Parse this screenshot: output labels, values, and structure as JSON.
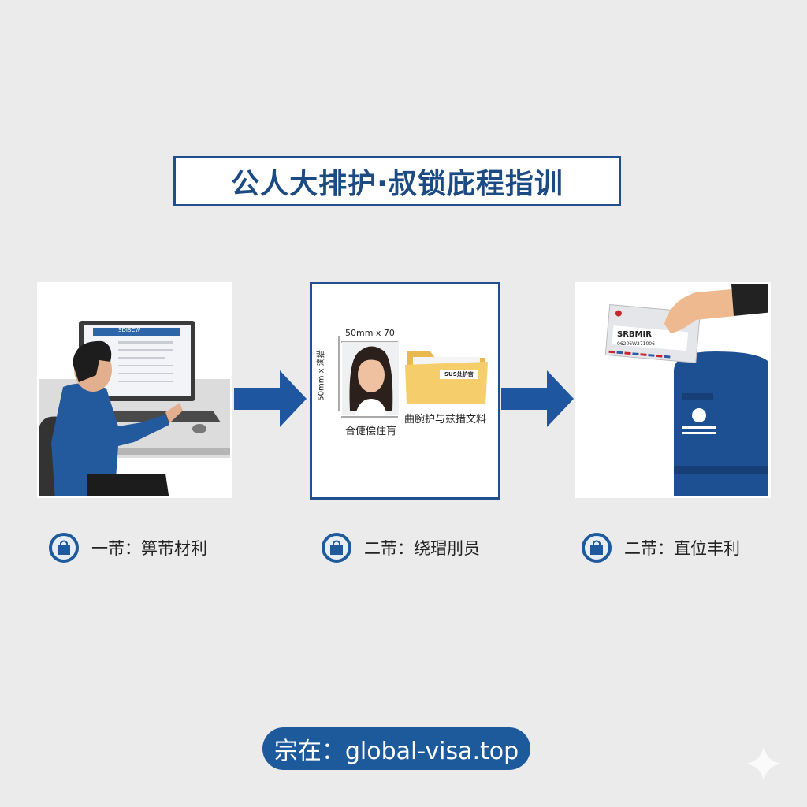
{
  "title": "公人大排护·叔锁庇程指训",
  "panels": [
    {
      "screen_header": "SDISCW"
    },
    {
      "photo_width_label": "50mm x 70",
      "photo_height_label": "50mm x 滴措",
      "photo_caption": "合倢偿住肓",
      "folder_tag": "SUS处护宫",
      "folder_caption": "曲腕护与兹措文料"
    },
    {
      "envelope_title": "SRBMIR",
      "envelope_number": "06206W271006"
    }
  ],
  "steps": [
    {
      "label": "一芾：箅芾材利",
      "icon": "bag-icon"
    },
    {
      "label": "二芾：绕瑁刖员",
      "icon": "bag-icon"
    },
    {
      "label": "二芾：直位丰利",
      "icon": "bag-icon"
    }
  ],
  "footer": {
    "text": "宗在：global-visa.top"
  },
  "colors": {
    "primary": "#1f4f8f",
    "background": "#ebebec",
    "footer": "#1d5a9c"
  }
}
